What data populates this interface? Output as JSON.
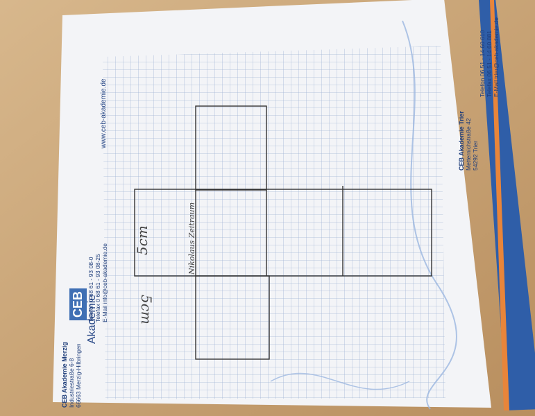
{
  "paper": {
    "website": "www.ceb-akademie.de",
    "brand": {
      "logo": "CEB",
      "name": "Akademie"
    },
    "merzig": {
      "title": "CEB Akademie Merzig",
      "line1": "Industriestraße 6-8",
      "line2": "66663 Merzig-Hilbringen",
      "phone": "Telefon  0 68 61 - 93 08-0",
      "fax": "Telefax  0 68 61 - 93 08-25",
      "email": "E-Mail   info@ceb-akademie.de"
    },
    "trier": {
      "title": "CEB Akademie Trier",
      "line1": "Metternichstraße 42",
      "line2": "54292 Trier",
      "phone": "Telefon  06 51 - 14 60 610",
      "fax": "Telefax  06 51 - 14 60 881",
      "email": "E-Mail   trier@ceb-akademie.de"
    }
  },
  "handwriting": {
    "height": "5cm",
    "width": "5cm",
    "note": "Nikolaus Zeitraum"
  },
  "colors": {
    "brand_blue": "#2b4a88",
    "logo_blue": "#3f6fb4",
    "stripe_orange": "#e8853a",
    "table": "#c9a57a"
  }
}
